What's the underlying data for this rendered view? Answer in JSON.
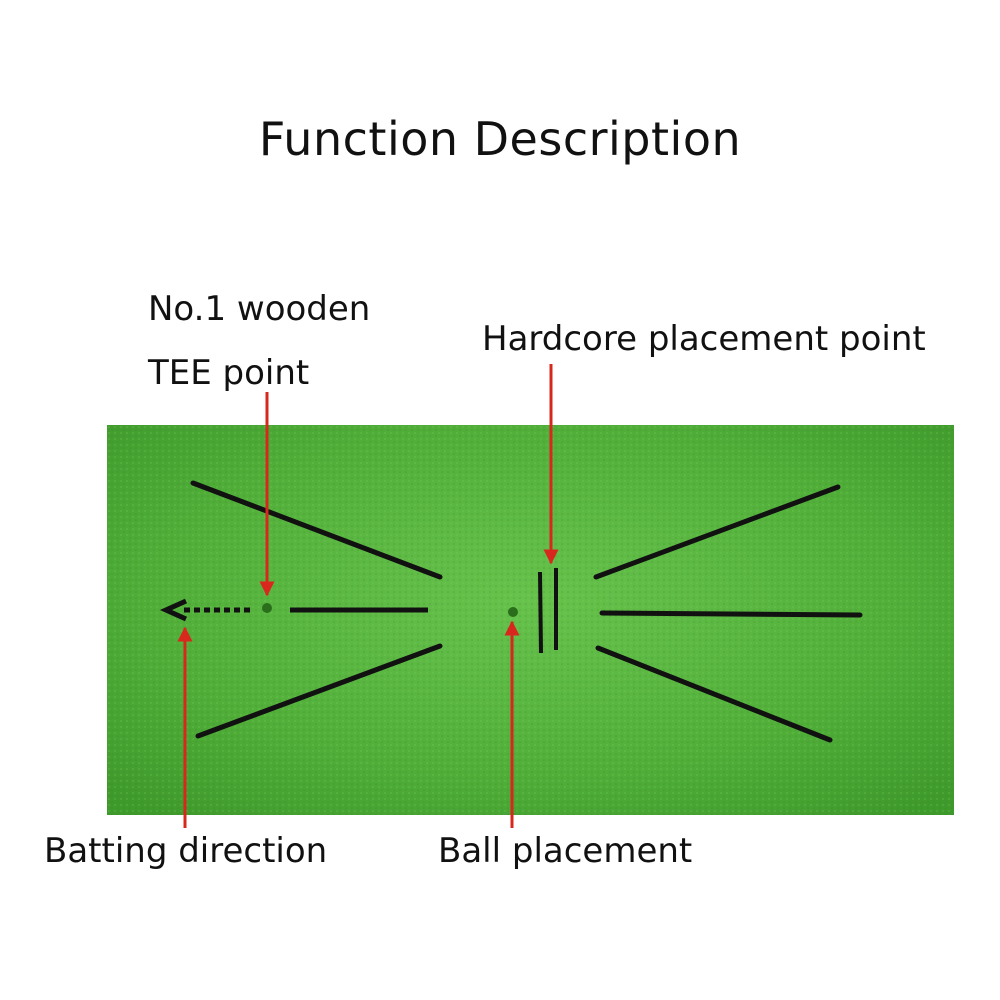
{
  "title": "Function Description",
  "labels": {
    "tee_line1": "No.1 wooden",
    "tee_line2": "TEE point",
    "hardcore": "Hardcore placement point",
    "batting": "Batting direction",
    "ball": "Ball placement"
  },
  "colors": {
    "mat_green": "#4caa35",
    "mat_green_light": "#63c04a",
    "line_black": "#111111",
    "arrow_red": "#d8281e",
    "text": "#111111"
  }
}
